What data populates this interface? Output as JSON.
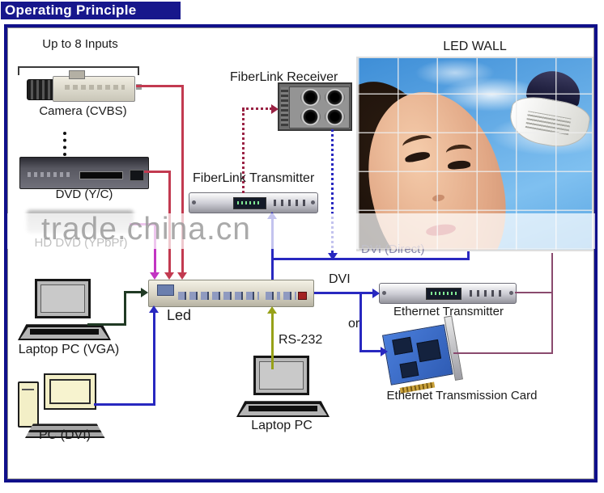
{
  "title": "Operating Principle",
  "watermark": "trade.china.cn",
  "labels": {
    "inputs": "Up to 8 Inputs",
    "camera": "Camera (CVBS)",
    "dvd": "DVD (Y/C)",
    "hd_dvd": "HD DVD (YPbPr)",
    "laptop_pc_vga": "Laptop PC (VGA)",
    "pc_dvi": "PC (DVI)",
    "processor": "Led",
    "fiberlink_receiver": "FiberLink Receiver",
    "fiberlink_transmitter": "FiberLink Transmitter",
    "led_wall": "LED WALL",
    "dvi_direct": "DVI (Direct)",
    "dvi": "DVI",
    "or": "or",
    "rs232": "RS-232",
    "laptop_pc": "Laptop PC",
    "ethernet_transmitter": "Ethernet Transmitter",
    "ethernet_card": "Ethernet Transmission Card"
  },
  "colors": {
    "title_bg": "#17178c",
    "frame_border": "#10108a",
    "line_red": "#c23a50",
    "line_magenta": "#c234c2",
    "line_blue": "#2828c0",
    "line_dark_green": "#203a24",
    "line_olive": "#97a118",
    "line_purple": "#8a4a6e",
    "line_dark_red_dotted": "#9a2244",
    "watermark_text": "#969696"
  }
}
